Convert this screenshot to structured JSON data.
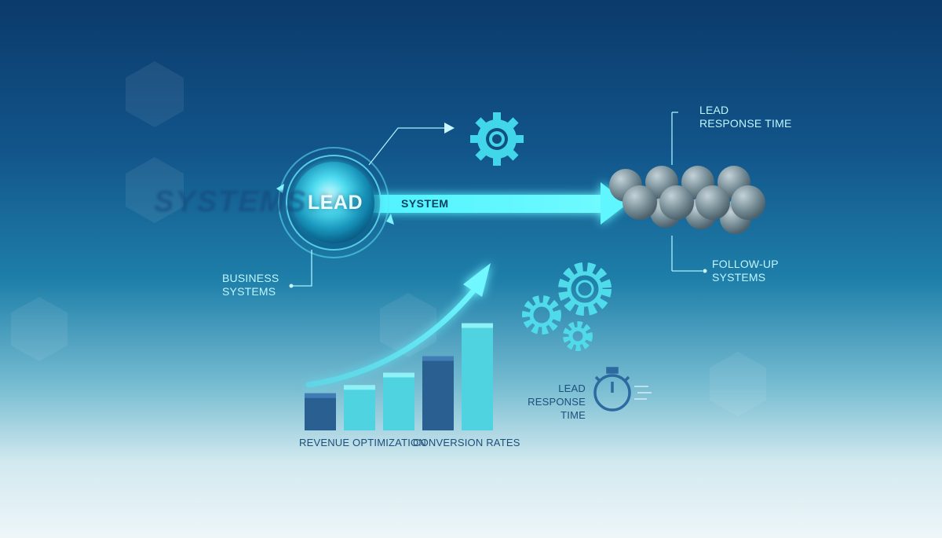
{
  "ghost_word": "SYSTEMS",
  "center_node": {
    "label": "LEAD"
  },
  "arrow_label": "SYSTEM",
  "labels": {
    "business_systems": [
      "BUSINESS",
      "SYSTEMS"
    ],
    "lead_response_top": [
      "LEAD",
      "RESPONSE TIME"
    ],
    "follow_up": [
      "FOLLOW-UP",
      "SYSTEMS"
    ],
    "lead_response_bottom": [
      "LEAD",
      "RESPONSE TIME"
    ],
    "revenue_optimization": "REVENUE OPTIMIZATION",
    "conversion_rates": "CONVERSION RATES"
  },
  "icons": [
    "gear-icon",
    "gear-cluster-icon",
    "stopwatch-icon",
    "growth-arrow-icon",
    "molecule-cluster-icon",
    "hexagon-icon"
  ],
  "colors": {
    "accent_cyan": "#3ff0ff",
    "bar_dark": "#2a5f92",
    "bar_light": "#4fd3e0",
    "sphere": "#8a9ea7",
    "dark_label": "#1d4f7a"
  },
  "chart_data": {
    "type": "bar",
    "categories": [
      "",
      "",
      "",
      "",
      ""
    ],
    "values": [
      45,
      55,
      70,
      90,
      130
    ],
    "bar_styles": [
      "dark",
      "light",
      "light",
      "dark",
      "light"
    ]
  }
}
